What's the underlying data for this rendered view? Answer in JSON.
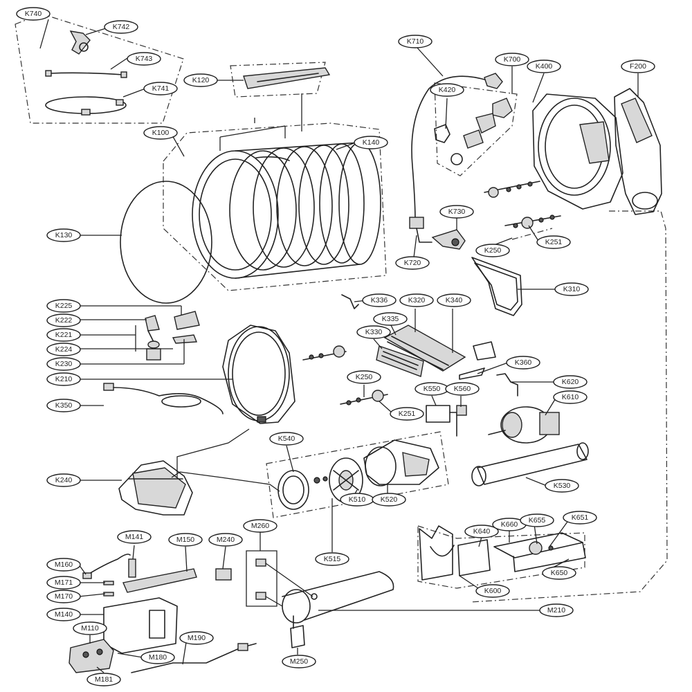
{
  "callouts": {
    "K740": "K740",
    "K742": "K742",
    "K743": "K743",
    "K741": "K741",
    "K120": "K120",
    "K100": "K100",
    "K140": "K140",
    "K130": "K130",
    "K710": "K710",
    "K700": "K700",
    "K400": "K400",
    "F200": "F200",
    "K420": "K420",
    "K730": "K730",
    "K720": "K720",
    "K250a": "K250",
    "K251a": "K251",
    "K310": "K310",
    "K225": "K225",
    "K222": "K222",
    "K221": "K221",
    "K224": "K224",
    "K230": "K230",
    "K210": "K210",
    "K350": "K350",
    "K336": "K336",
    "K320": "K320",
    "K340": "K340",
    "K335": "K335",
    "K330": "K330",
    "K360": "K360",
    "K250b": "K250",
    "K251b": "K251",
    "K550": "K550",
    "K560": "K560",
    "K620": "K620",
    "K610": "K610",
    "K540": "K540",
    "K240": "K240",
    "K510": "K510",
    "K520": "K520",
    "K530": "K530",
    "K515": "K515",
    "M141": "M141",
    "M150": "M150",
    "M240": "M240",
    "M260": "M260",
    "M160": "M160",
    "M171": "M171",
    "M170": "M170",
    "M140": "M140",
    "M110": "M110",
    "M180": "M180",
    "M181": "M181",
    "M190": "M190",
    "M250": "M250",
    "M210": "M210",
    "K640": "K640",
    "K660": "K660",
    "K655": "K655",
    "K651": "K651",
    "K650": "K650",
    "K600": "K600"
  }
}
